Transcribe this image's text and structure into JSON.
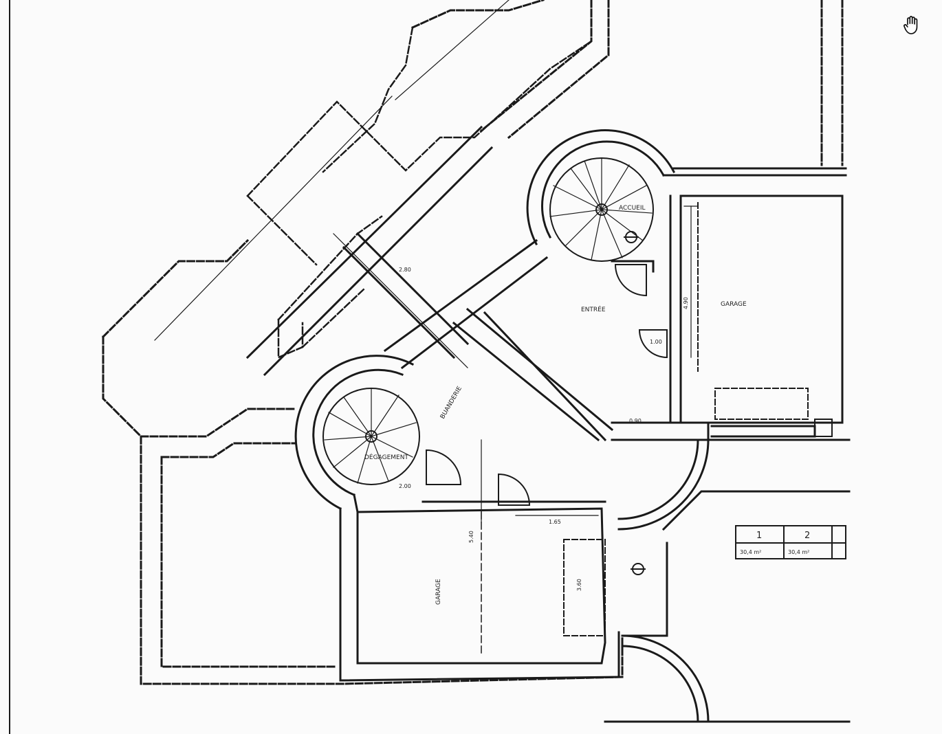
{
  "viewer": {
    "tool_icon": "hand-pan-icon"
  },
  "plan": {
    "rooms": {
      "garage_upper": {
        "label": "GARAGE"
      },
      "garage_lower": {
        "label": "GARAGE"
      },
      "entree": {
        "label": "ENTRÉE"
      },
      "buanderie": {
        "label": "BUANDERIE"
      },
      "degagement": {
        "label": "DÉGAGEMENT"
      },
      "accueil": {
        "label": "ACCUEIL"
      }
    },
    "dimensions": [
      "4.90",
      "5.40",
      "2.80",
      "1.65",
      "3.60",
      "0.90",
      "1.00",
      "2.00"
    ],
    "table": {
      "headers": [
        "1",
        "2"
      ],
      "values": [
        "30,4 m²",
        "30,4 m²"
      ]
    }
  }
}
